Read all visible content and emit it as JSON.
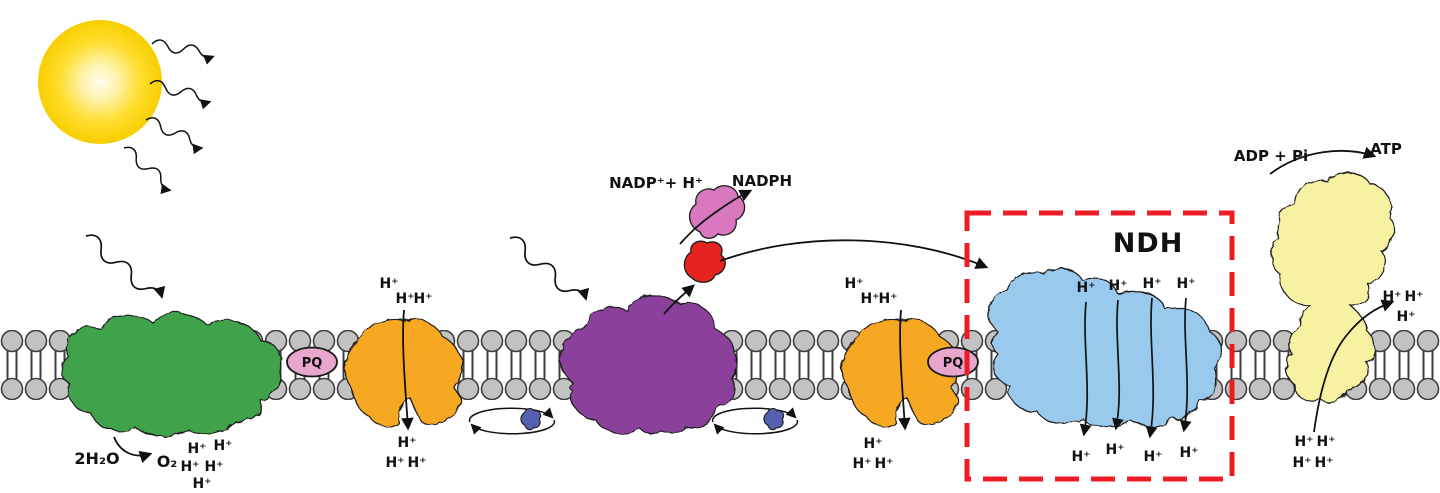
{
  "labels": {
    "h": "H⁺",
    "water": "2H₂O",
    "oxygen": "O₂",
    "nadp_reactants": "NADP⁺+ H⁺",
    "nadph": "NADPH",
    "pq": "PQ",
    "ndh": "NDH",
    "adp_pi": "ADP + Pi",
    "atp": "ATP"
  },
  "colors": {
    "psii_green": "#3FA24B",
    "cytb6f_orange": "#F7A823",
    "psi_purple": "#8B3F9C",
    "ndh_blue": "#99C9EC",
    "atp_yellow": "#F6F2A2",
    "pq_pink": "#E9A6CC",
    "fnr_pink": "#D878BE",
    "fd_red": "#E52421",
    "carrier_blue": "#5560AE",
    "highlight_red": "#ED1C24",
    "ndh_label_blue": "#29ABE2",
    "membrane_gray": "#C2C2C2",
    "sun_core": "#FFFDF0",
    "sun_edge": "#F7CE00"
  }
}
